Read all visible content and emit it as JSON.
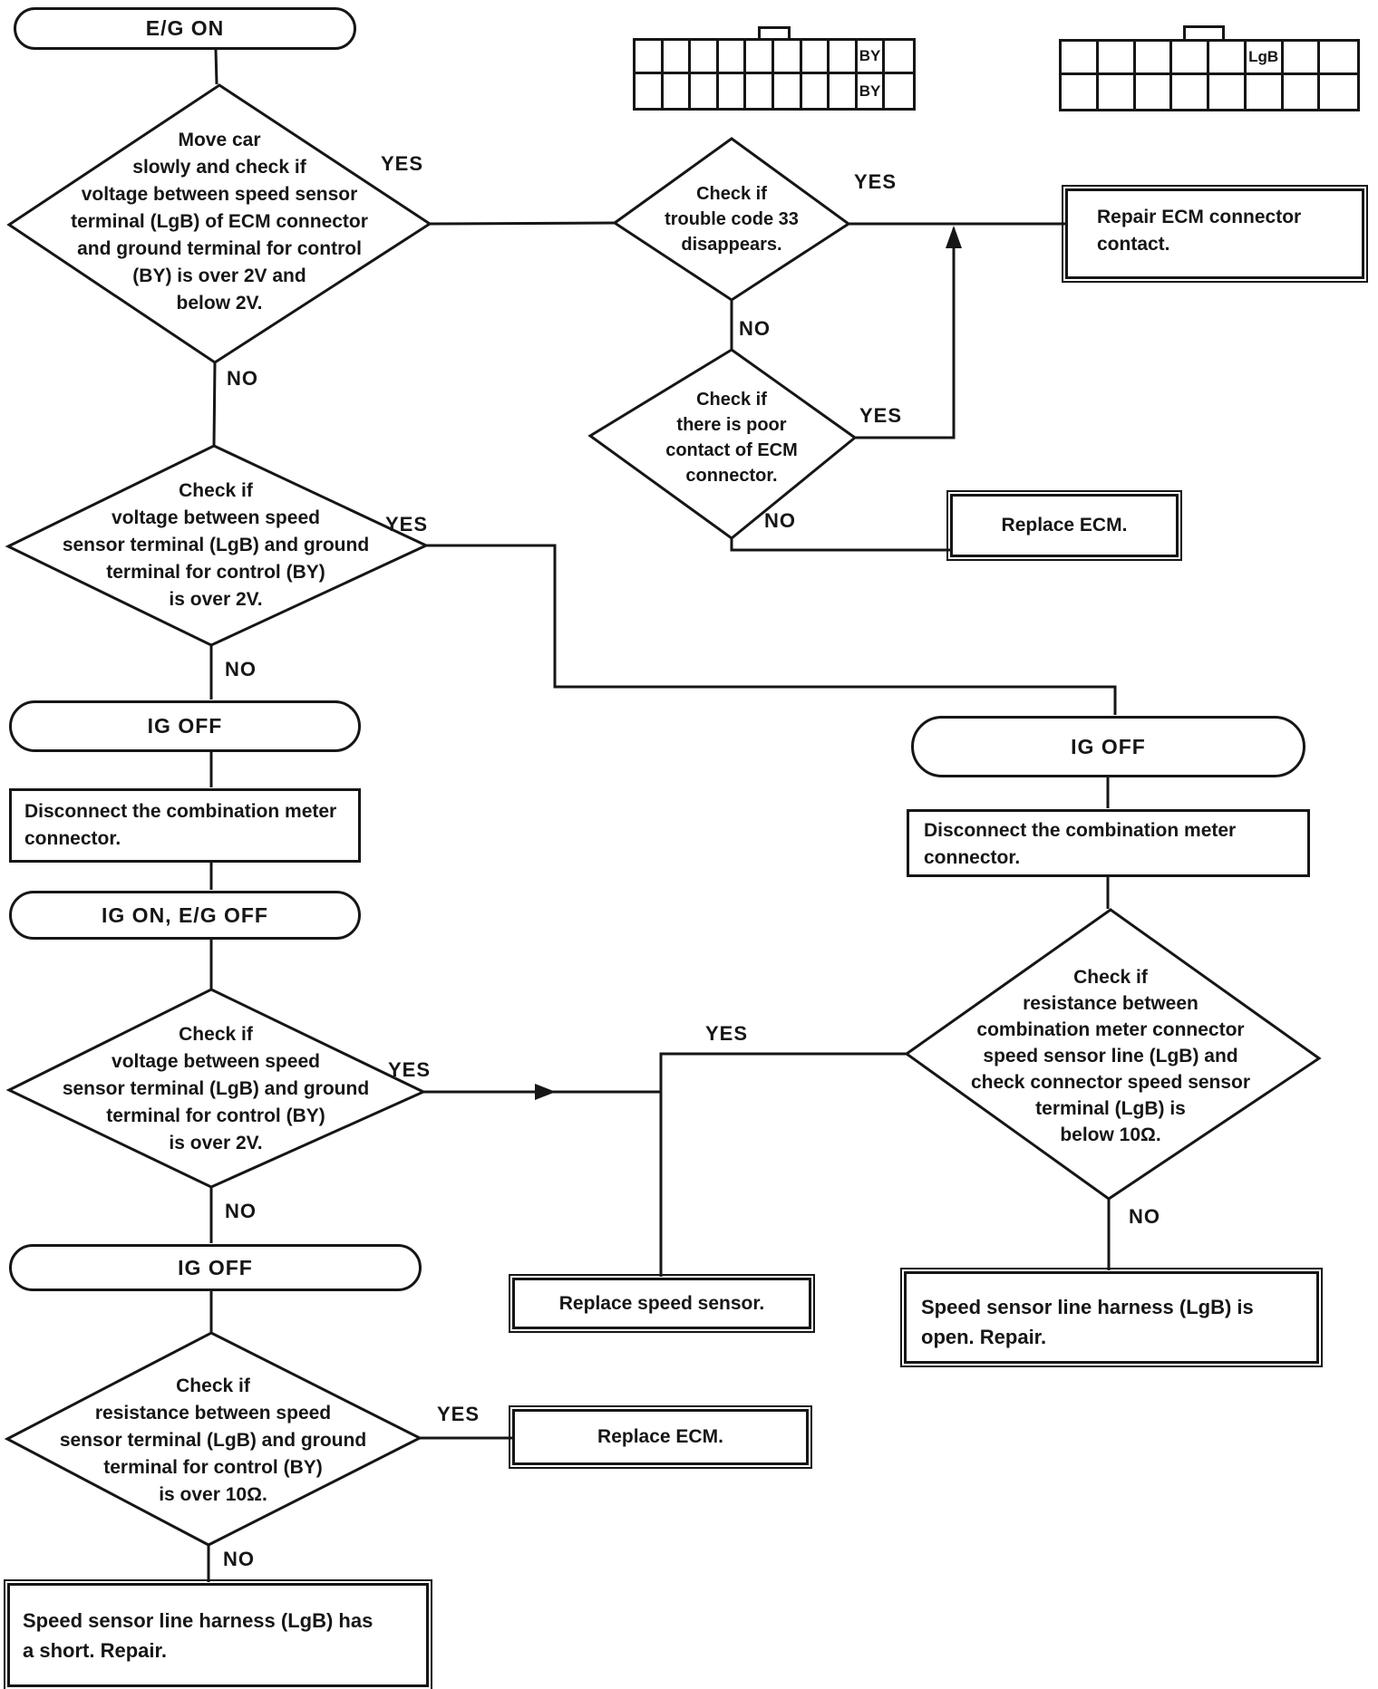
{
  "colors": {
    "ink": "#161616",
    "background": "#ffffff"
  },
  "connector_pinouts": {
    "ecm_connector": {
      "pin_label_row1": "BY",
      "pin_label_row2": "BY"
    },
    "check_connector": {
      "pin_label": "LgB"
    }
  },
  "nodes": {
    "start": "E/G ON",
    "d1": "Move car\nslowly and check if\nvoltage between speed sensor\nterminal (LgB) of ECM connector\nand ground terminal for control\n(BY) is over 2V and\nbelow 2V.",
    "d_code33": "Check if\ntrouble code 33\ndisappears.",
    "d_poor_contact": "Check if\nthere is poor\ncontact of ECM\nconnector.",
    "box_repair_contact": "Repair ECM connector\ncontact.",
    "box_replace_ecm_top": "Replace ECM.",
    "d2": "Check if\nvoltage between speed\nsensor terminal (LgB) and ground\nterminal for control (BY)\nis over 2V.",
    "oval_ig_off_1": "IG OFF",
    "box_disconnect_left": "Disconnect the combination meter\nconnector.",
    "oval_ig_on": "IG ON, E/G OFF",
    "d3": "Check if\nvoltage between speed\nsensor terminal (LgB) and ground\nterminal for control (BY)\nis over 2V.",
    "oval_ig_off_2": "IG OFF",
    "d4": "Check if\nresistance between speed\nsensor terminal (LgB) and ground\nterminal for control (BY)\nis over 10Ω.",
    "box_replace_sensor": "Replace speed sensor.",
    "box_replace_ecm_bottom": "Replace ECM.",
    "box_harness_short": "Speed sensor line harness (LgB) has\na short. Repair.",
    "oval_ig_off_right": "IG OFF",
    "box_disconnect_right": "Disconnect the combination meter\nconnector.",
    "d_right": "Check if\nresistance between\ncombination meter connector\nspeed sensor line (LgB) and\ncheck connector speed sensor\nterminal (LgB) is\nbelow 10Ω.",
    "box_harness_open": "Speed sensor line harness (LgB) is\nopen. Repair."
  },
  "labels": {
    "d1_yes": "YES",
    "d1_no": "NO",
    "code33_yes": "YES",
    "code33_no": "NO",
    "poor_yes": "YES",
    "poor_no": "NO",
    "d2_yes": "YES",
    "d2_no": "NO",
    "d3_yes": "YES",
    "d3_no": "NO",
    "d4_yes": "YES",
    "d4_no": "NO",
    "right_yes": "YES",
    "right_no": "NO"
  }
}
